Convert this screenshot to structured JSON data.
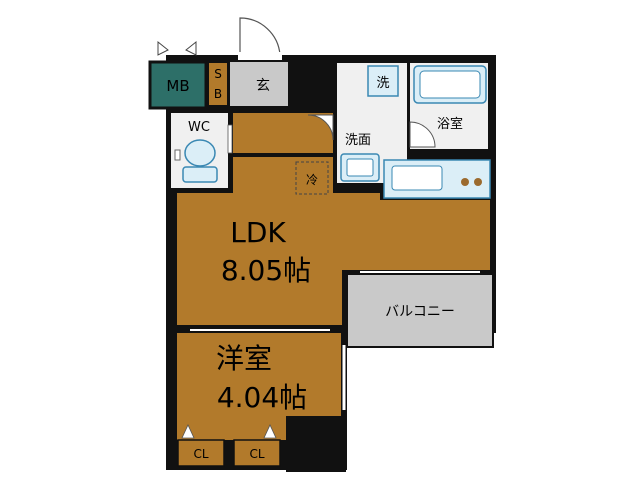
{
  "floorplan": {
    "mb": "MB",
    "sb_top": "S",
    "sb_bottom": "B",
    "entrance": "玄",
    "wc": "WC",
    "laundry": "洗",
    "bath": "浴室",
    "washroom": "洗面",
    "fridge": "冷",
    "ldk_name": "LDK",
    "ldk_size": "8.05帖",
    "balcony": "バルコニー",
    "western_name": "洋室",
    "western_size": "4.04帖",
    "closet_left": "CL",
    "closet_right": "CL"
  },
  "colors": {
    "wall": "#111111",
    "wood": "#b27a2b",
    "mb_box": "#2d6f68",
    "fixture_blue": "#dbeef7",
    "fixture_stroke": "#3a88b3",
    "gray_area": "#c9c9c9",
    "light_floor": "#f0f0f0"
  }
}
